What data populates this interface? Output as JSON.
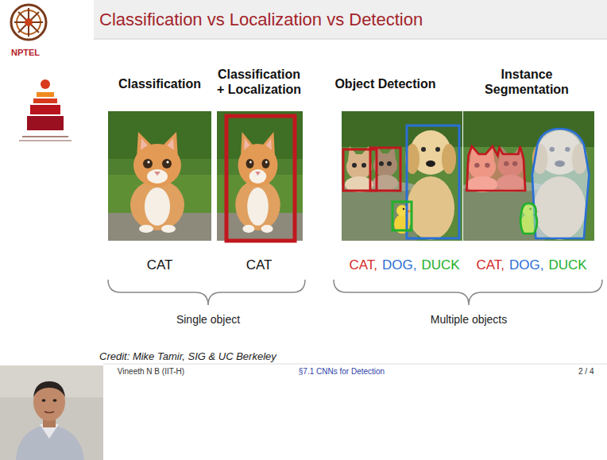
{
  "diagram": {
    "title": "Classification vs Localization vs Detection",
    "labels": [
      "Classification",
      "Classification + Localization",
      "Object Detection",
      "Instance Segmentation",
      "CAT",
      "CAT",
      "CAT,",
      "DOG,",
      "DUCK",
      "CAT,",
      "DOG,",
      "DUCK",
      "Single object",
      "Multiple objects",
      "Credit: Mike Tamir, SIG & UC Berkeley",
      "Vineeth N B (IIT-H)",
      "§7.1 CNNs for Detection",
      "2 / 4",
      "NPTEL"
    ]
  }
}
